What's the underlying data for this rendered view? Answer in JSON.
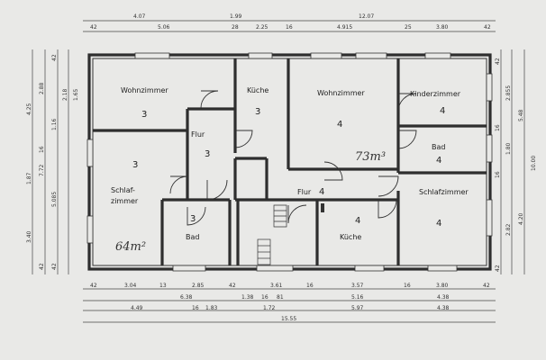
{
  "rooms": [
    {
      "id": "wohnzimmer-left",
      "name": "Wohnzimmer",
      "number": "3"
    },
    {
      "id": "kueche-left",
      "name": "Küche",
      "number": "3"
    },
    {
      "id": "flur-left",
      "name": "Flur",
      "number": "3"
    },
    {
      "id": "schlafzimmer-left",
      "name": "Schlaf-",
      "name2": "zimmer",
      "number": "3"
    },
    {
      "id": "bad-left",
      "name": "Bad",
      "number": "3"
    },
    {
      "id": "wohnzimmer-right",
      "name": "Wohnzimmer",
      "number": "4"
    },
    {
      "id": "kinderzimmer",
      "name": "Kinderzimmer",
      "number": "4"
    },
    {
      "id": "bad-right",
      "name": "Bad",
      "number": "4"
    },
    {
      "id": "flur-right",
      "name": "Flur",
      "number": "4"
    },
    {
      "id": "kueche-right",
      "name": "Küche",
      "number": "4"
    },
    {
      "id": "schlafzimmer-right",
      "name": "Schlafzimmer",
      "number": "4"
    }
  ],
  "annotations": {
    "area_left": "64m²",
    "area_right": "73m³"
  },
  "dimensions": {
    "top_row1": [
      "4.07",
      "1.99",
      "12.07"
    ],
    "top_row2": [
      "42",
      "5.06",
      "28",
      "2.25",
      "16",
      "4.915",
      "25",
      "3.80",
      "42"
    ],
    "bottom_row1": [
      "42",
      "3.04",
      "13",
      "2.85",
      "42",
      "3.61",
      "16",
      "3.57",
      "16",
      "3.80",
      "42"
    ],
    "bottom_row2": [
      "6.38",
      "1.38",
      "16",
      "81",
      "5.16",
      "4.38"
    ],
    "bottom_row3": [
      "4.49",
      "16",
      "1.83",
      "1.72",
      "5.97",
      "4.38"
    ],
    "bottom_row4": [
      "15.55"
    ],
    "left_outer": [
      "4.25",
      "1.87",
      "3.40"
    ],
    "left_mid": [
      "2.88",
      "7.72",
      "5.085"
    ],
    "left_inner": [
      "42",
      "1.16",
      "42",
      "16",
      "42"
    ],
    "left_extra": [
      "1.65",
      "2.18"
    ],
    "right_outer": [
      "10.00"
    ],
    "right_mid": [
      "5.48",
      "4.20"
    ],
    "right_inner": [
      "2.855",
      "1.80",
      "2.82"
    ],
    "right_small": [
      "42",
      "16",
      "16",
      "42"
    ]
  }
}
